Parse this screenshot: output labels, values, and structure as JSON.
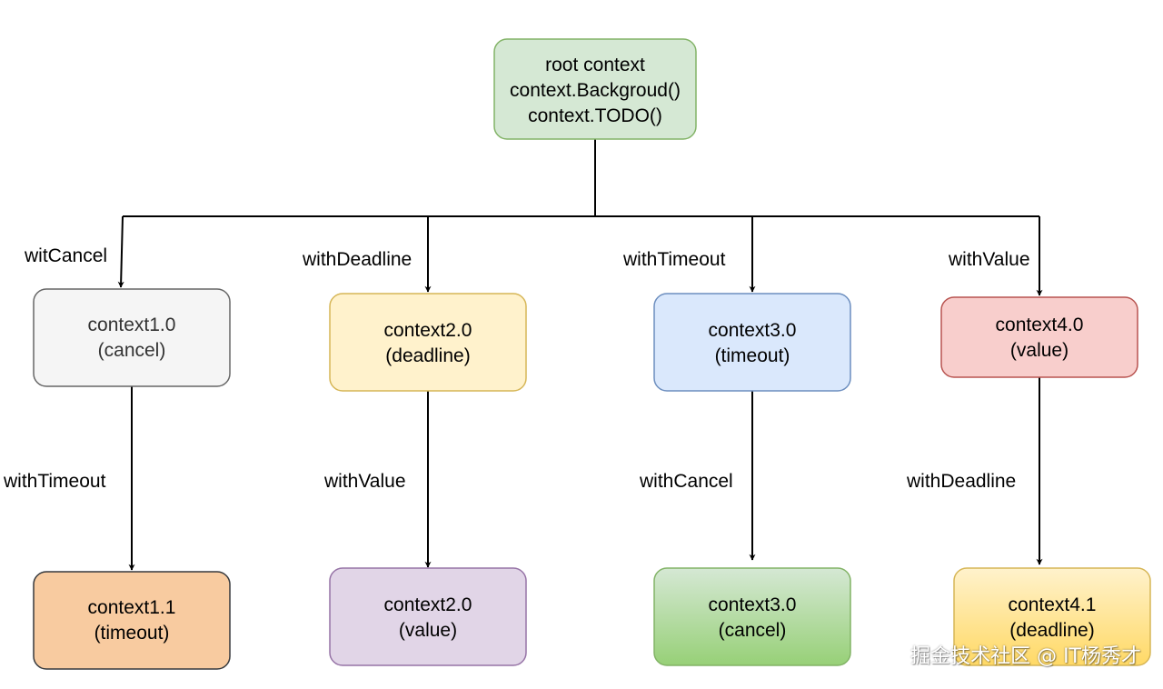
{
  "nodes": {
    "root": {
      "lines": [
        "root context",
        "context.Backgroud()",
        "context.TODO()"
      ],
      "fill": "#d5e8d4",
      "stroke": "#82b366"
    },
    "c1_0": {
      "lines": [
        "context1.0",
        "(cancel)"
      ],
      "fill": "#f5f5f5",
      "stroke": "#666666",
      "text_color": "#333333"
    },
    "c2_0": {
      "lines": [
        "context2.0",
        "(deadline)"
      ],
      "fill": "#fff2cc",
      "stroke": "#d6b656"
    },
    "c3_0": {
      "lines": [
        "context3.0",
        "(timeout)"
      ],
      "fill": "#dae8fc",
      "stroke": "#6c8ebf"
    },
    "c4_0": {
      "lines": [
        "context4.0",
        "(value)"
      ],
      "fill": "#f8cecc",
      "stroke": "#b85450"
    },
    "c1_1": {
      "lines": [
        "context1.1",
        "(timeout)"
      ],
      "fill": "#f8cba0",
      "stroke": "#36393d"
    },
    "c2_1": {
      "lines": [
        "context2.0",
        "(value)"
      ],
      "fill": "#e1d5e7",
      "stroke": "#9673a6"
    },
    "c3_1": {
      "lines": [
        "context3.0",
        "(cancel)"
      ],
      "fill_top": "#d5e8d4",
      "fill_bottom": "#97d077",
      "stroke": "#82b366"
    },
    "c4_1": {
      "lines": [
        "context4.1",
        "(deadline)"
      ],
      "fill_top": "#fff2cc",
      "fill_bottom": "#ffd966",
      "stroke": "#d6b656"
    }
  },
  "edges": {
    "root_c1": "witCancel",
    "root_c2": "withDeadline",
    "root_c3": "withTimeout",
    "root_c4": "withValue",
    "c1_c1_1": "withTimeout",
    "c2_c2_1": "withValue",
    "c3_c3_1": "withCancel",
    "c4_c4_1": "withDeadline"
  },
  "watermark": "掘金技术社区 @ IT杨秀才"
}
